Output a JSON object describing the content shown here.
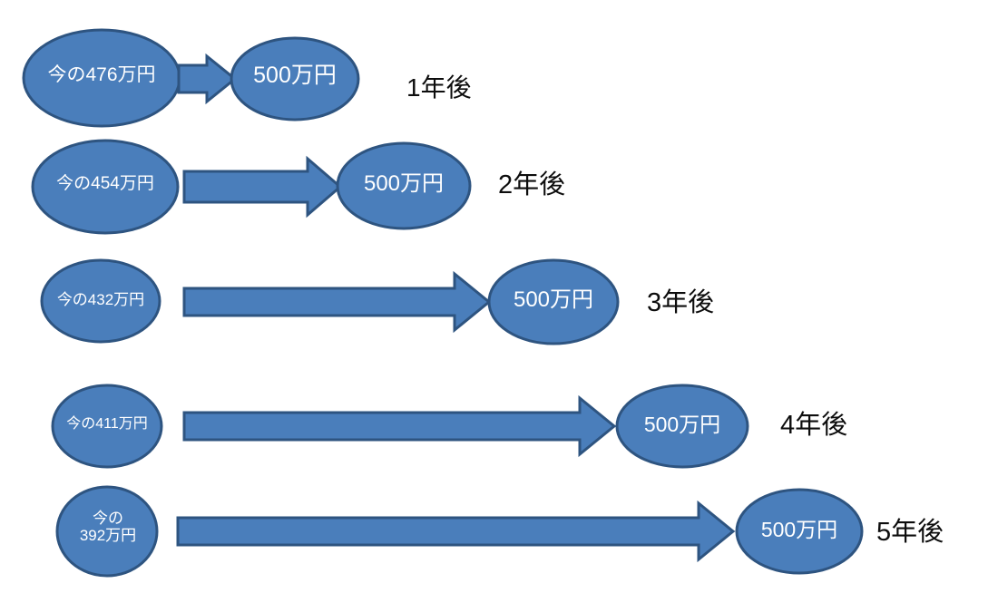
{
  "diagram": {
    "title": "present-value-to-future-value-by-year",
    "colors": {
      "shape_fill": "#4a7ebb",
      "shape_stroke": "#2e5480",
      "shape_text": "#ffffff",
      "year_text": "#0d0d0d",
      "background": "#ffffff"
    },
    "rows": [
      {
        "id": "row-1",
        "present_label": "今の476万円",
        "future_label": "500万円",
        "year_label": "1年後",
        "arrow_style": "short-block-arrow"
      },
      {
        "id": "row-2",
        "present_label": "今の454万円",
        "future_label": "500万円",
        "year_label": "2年後",
        "arrow_style": "long-block-arrow"
      },
      {
        "id": "row-3",
        "present_label": "今の432万円",
        "future_label": "500万円",
        "year_label": "3年後",
        "arrow_style": "long-block-arrow"
      },
      {
        "id": "row-4",
        "present_label": "今の411万円",
        "future_label": "500万円",
        "year_label": "4年後",
        "arrow_style": "long-block-arrow"
      },
      {
        "id": "row-5",
        "present_label": "今の\n392万円",
        "future_label": "500万円",
        "year_label": "5年後",
        "arrow_style": "long-block-arrow"
      }
    ]
  },
  "chart_data": {
    "type": "diagram",
    "title": "今の金額が1〜5年後に500万円になる対応図",
    "categories": [
      "1年後",
      "2年後",
      "3年後",
      "4年後",
      "5年後"
    ],
    "present_values": [
      476,
      454,
      432,
      411,
      392
    ],
    "future_values": [
      500,
      500,
      500,
      500,
      500
    ],
    "unit": "万円",
    "xlabel": "",
    "ylabel": "",
    "legend": []
  }
}
